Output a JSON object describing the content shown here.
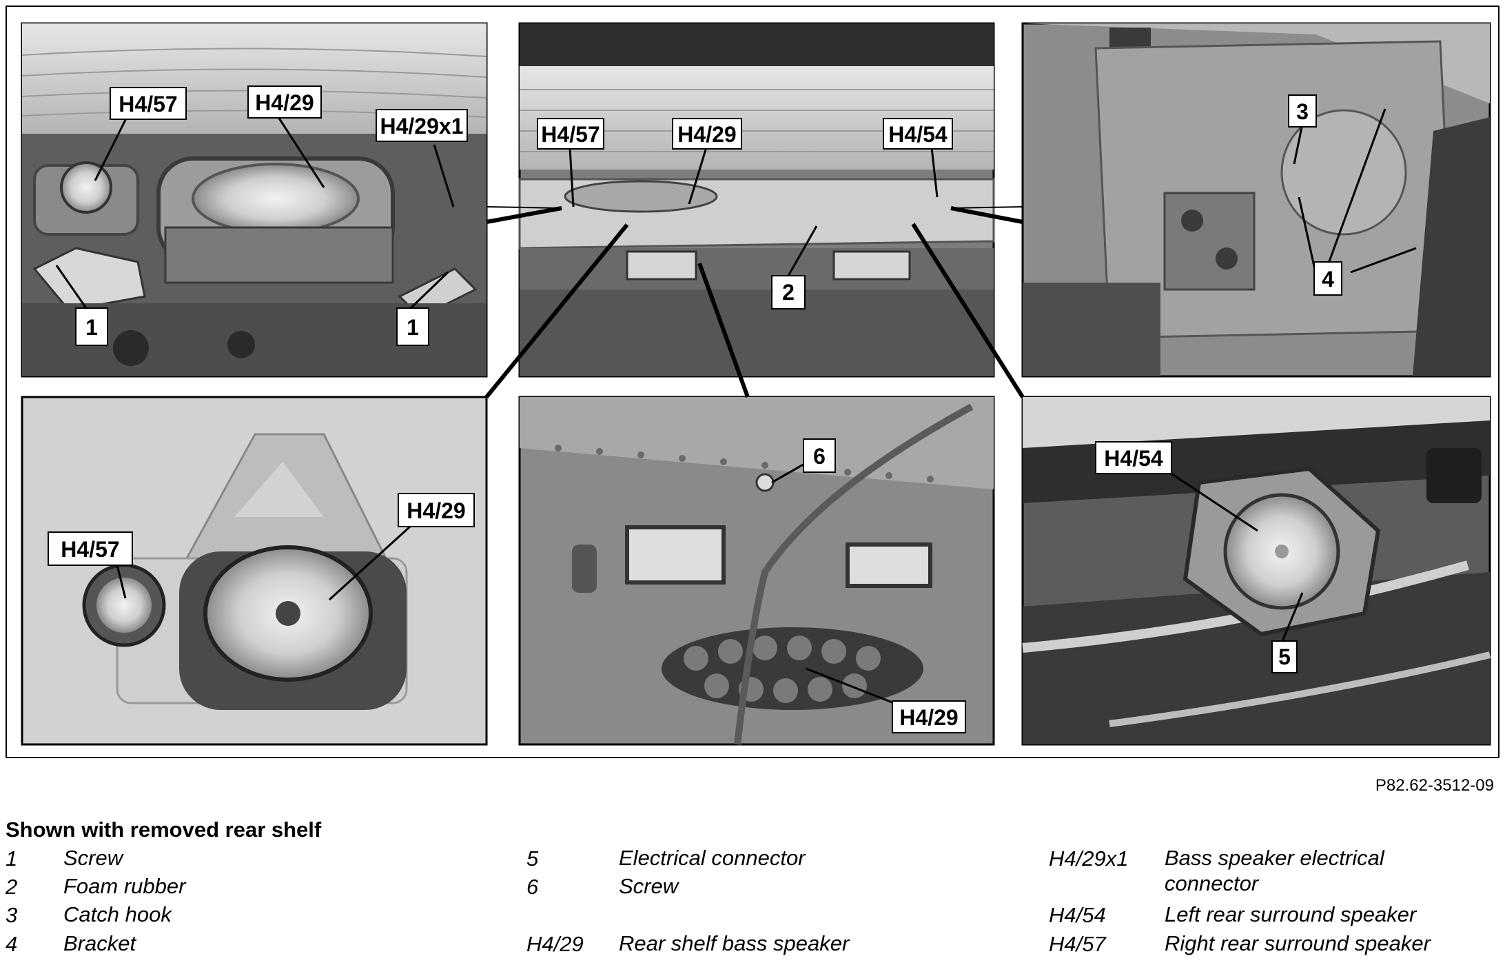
{
  "figure_code": "P82.62-3512-09",
  "legend_title": "Shown with removed rear shelf",
  "legend": [
    {
      "key": "1",
      "desc": "Screw"
    },
    {
      "key": "2",
      "desc": "Foam rubber"
    },
    {
      "key": "3",
      "desc": "Catch hook"
    },
    {
      "key": "4",
      "desc": "Bracket"
    },
    {
      "key": "5",
      "desc": "Electrical connector"
    },
    {
      "key": "6",
      "desc": "Screw"
    },
    {
      "key": "H4/29",
      "desc": "Rear shelf bass speaker"
    },
    {
      "key": "H4/29x1",
      "desc": "Bass speaker electrical connector"
    },
    {
      "key": "H4/54",
      "desc": "Left rear surround speaker"
    },
    {
      "key": "H4/57",
      "desc": "Right rear surround speaker"
    }
  ],
  "callouts": {
    "c_h457": "H4/57",
    "c_h429": "H4/29",
    "c_h429x1": "H4/29x1",
    "c_1": "1",
    "c_2": "2",
    "c_h454": "H4/54",
    "c_3": "3",
    "c_4": "4",
    "c_6": "6",
    "c_5": "5"
  }
}
